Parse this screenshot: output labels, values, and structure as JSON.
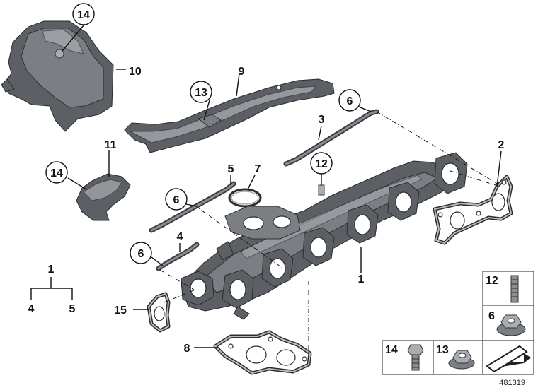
{
  "diagram": {
    "callouts": {
      "c14_top": "14",
      "c10": "10",
      "c9": "9",
      "c13": "13",
      "c11": "11",
      "c14_left": "14",
      "c6_top": "6",
      "c3": "3",
      "c2": "2",
      "c12": "12",
      "c5": "5",
      "c7": "7",
      "c6_mid": "6",
      "c4": "4",
      "c6_low": "6",
      "c1": "1",
      "c15": "15",
      "c8": "8"
    },
    "tree": {
      "root": "1",
      "left": "4",
      "right": "5"
    },
    "parts_box": {
      "a": "12",
      "b": "6",
      "c": "14",
      "d": "13"
    },
    "reference_number": "481319"
  }
}
